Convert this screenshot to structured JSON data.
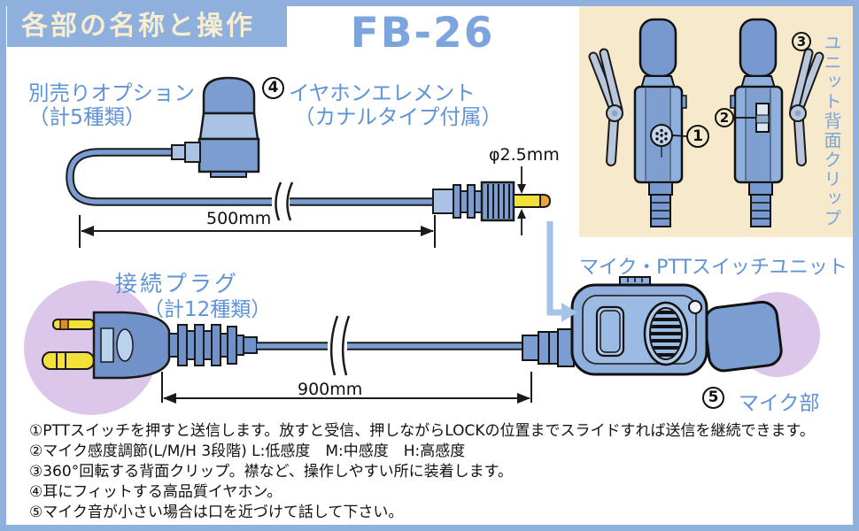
{
  "header": {
    "badge": "各部の名称と操作",
    "model": "FB-26"
  },
  "sections": {
    "earphone": {
      "option_label": "別売りオプション",
      "option_sub": "（計5種類）",
      "element_label": "イヤホンエレメント",
      "element_sub": "（カナルタイプ付属）",
      "plug_dia": "φ2.5mm",
      "cable_dim": "500mm"
    },
    "connector": {
      "label": "接続プラグ",
      "sub": "（計12種類）",
      "cable_dim": "900mm"
    },
    "mic_unit": {
      "label": "マイク・PTTスイッチユニット",
      "mic_part": "マイク部"
    },
    "clip": {
      "vertical_label": "ユニット背面クリップ"
    }
  },
  "numbers": {
    "n1": "1",
    "n2": "2",
    "n3": "3",
    "n4": "4",
    "n5": "5"
  },
  "notes": [
    "①PTTスイッチを押すと送信します。放すと受信、押しながらLOCKの位置までスライドすれば送信を継続できます。",
    "②マイク感度調節(L/M/H 3段階) L:低感度　M:中感度　H:高感度",
    "③360°回転する背面クリップ。襟など、操作しやすい所に装着します。",
    "④耳にフィットする高品質イヤホン。",
    "⑤マイク音が小さい場合は口を近づけて話して下さい。"
  ],
  "colors": {
    "frame_blue": "#8fb0dd",
    "label_blue": "#5e93d5",
    "title_blue": "#7ba5dc",
    "badge_text": "#f7edd2",
    "cream_panel": "#f6e9cc",
    "device_blue": "#8fb0dc",
    "cable_blue": "#7b9dd2",
    "plug_yellow": "#f2e138",
    "accent_purple": "#dcc7ea"
  }
}
